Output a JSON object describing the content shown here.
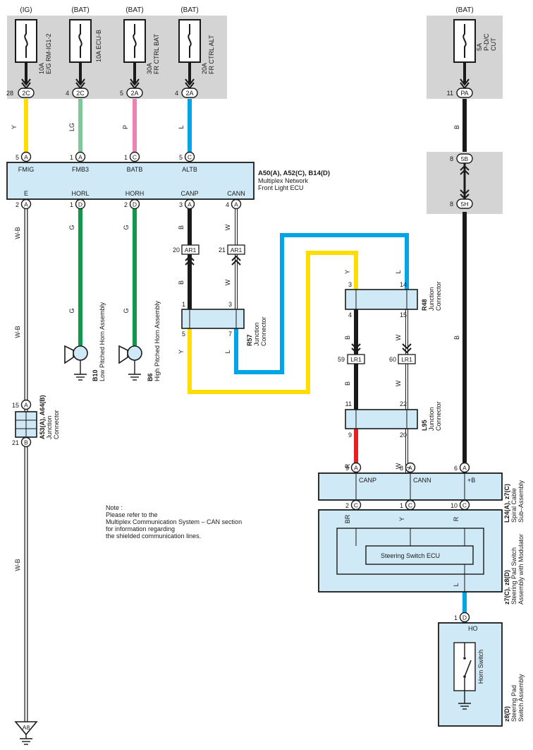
{
  "fuse_sources": [
    {
      "source": "(IG)",
      "rating": "10A",
      "name": "E/G RM-IG1-2",
      "pin": "28",
      "connector": "2C"
    },
    {
      "source": "(BAT)",
      "rating": "10A",
      "name": "ECU-B",
      "pin": "4",
      "connector": "2C"
    },
    {
      "source": "(BAT)",
      "rating": "30A",
      "name": "FR CTRL BAT",
      "pin": "5",
      "connector": "2A"
    },
    {
      "source": "(BAT)",
      "rating": "20A",
      "name": "FR CTRL ALT",
      "pin": "4",
      "connector": "2A"
    },
    {
      "source": "(BAT)",
      "rating": "5A",
      "name": "P-D/C",
      "name2": "CUT",
      "pin": "11",
      "connector": "PA"
    }
  ],
  "wire_colors": {
    "Y": "#ffdd00",
    "LG": "#7fc89a",
    "P": "#ee82b4",
    "L": "#00a5e8",
    "B": "#1a1a1a",
    "G": "#11994a",
    "R": "#e62020",
    "BR": "#9a5a2a",
    "W": "#ffffff"
  },
  "wires": {
    "y": "Y",
    "lg": "LG",
    "p": "P",
    "l": "L",
    "b": "B",
    "g": "G",
    "g2": "G",
    "wb": "W-B",
    "wb2": "W-B",
    "wb3": "W-B",
    "r": "R",
    "br": "BR",
    "w": "W"
  },
  "front_ecu": {
    "code": "A50(A), A52(C), B14(D)",
    "name1": "Multiplex Network",
    "name2": "Front Light ECU",
    "top_pins": [
      {
        "pin": "5",
        "conn": "A",
        "label": "FMIG"
      },
      {
        "pin": "1",
        "conn": "A",
        "label": "FMB3"
      },
      {
        "pin": "1",
        "conn": "C",
        "label": "BATB"
      },
      {
        "pin": "5",
        "conn": "C",
        "label": "ALTB"
      }
    ],
    "bottom_pins": [
      {
        "pin": "2",
        "conn": "A",
        "label": "E"
      },
      {
        "pin": "1",
        "conn": "D",
        "label": "HORL"
      },
      {
        "pin": "2",
        "conn": "D",
        "label": "HORH"
      },
      {
        "pin": "3",
        "conn": "A",
        "label": "CANP"
      },
      {
        "pin": "4",
        "conn": "A",
        "label": "CANN"
      }
    ]
  },
  "inline_connectors": {
    "ar1_left": {
      "pin": "20",
      "label": "AR1"
    },
    "ar1_right": {
      "pin": "21",
      "label": "AR1"
    },
    "lr1_left": {
      "pin": "59",
      "label": "LR1"
    },
    "lr1_right": {
      "pin": "60",
      "label": "LR1"
    },
    "p5b": {
      "pin": "8",
      "label": "5B"
    },
    "p5h": {
      "pin": "8",
      "label": "5H"
    }
  },
  "r57": {
    "code": "R57",
    "line1": "Junction",
    "line2": "Connector",
    "p1": "1",
    "p3": "3",
    "p5": "5",
    "p7": "7"
  },
  "r48": {
    "code": "R48",
    "line1": "Junction",
    "line2": "Connector",
    "p3": "3",
    "p14": "14",
    "p4": "4",
    "p15": "15"
  },
  "l95": {
    "code": "L95",
    "line1": "Junction",
    "line2": "Connector",
    "p11": "11",
    "p22": "22",
    "p9": "9",
    "p20": "20"
  },
  "a53": {
    "code": "A53(A), A64(B)",
    "line1": "Junction",
    "line2": "Connector",
    "top_pin": "15",
    "top_conn": "A",
    "bottom_pin": "21",
    "bottom_conn": "B"
  },
  "b10": {
    "code": "B10",
    "name": "Low Pitched Horn Assembly"
  },
  "b6": {
    "code": "B6",
    "name": "High Pitched Horn Assembly"
  },
  "ground": {
    "label": "A8"
  },
  "note": {
    "lines": [
      "Note :",
      "Please refer to the",
      "Multiplex Communication System – CAN section",
      "for information regarding",
      "the shielded communication lines."
    ]
  },
  "spiral": {
    "code": "L24(A), z7(C)",
    "name1": "Spiral Cable",
    "name2": "Sub–Assembly",
    "pins": [
      {
        "pin": "9",
        "conn": "A",
        "label": "CANP"
      },
      {
        "pin": "8",
        "conn": "A",
        "label": "CANN"
      },
      {
        "pin": "6",
        "conn": "A",
        "label": "+B"
      }
    ],
    "bottom_pins": [
      {
        "pin": "2",
        "conn": "C"
      },
      {
        "pin": "1",
        "conn": "C"
      },
      {
        "pin": "10",
        "conn": "C"
      }
    ]
  },
  "steering_switch": {
    "code": "z7(C), z8(D)",
    "name1": "Steering Pad Switch",
    "name2": "Assembly with Modulator",
    "ecu_label": "Steering Switch ECU",
    "wire_br": "BR",
    "wire_y": "Y",
    "wire_r": "R",
    "out_pin": "1",
    "out_conn": "D"
  },
  "horn_switch_assy": {
    "code": "z8(D)",
    "name1": "Steering Pad",
    "name2": "Switch Assembly",
    "terminal": "HO",
    "switch_label": "Horn Switch"
  }
}
